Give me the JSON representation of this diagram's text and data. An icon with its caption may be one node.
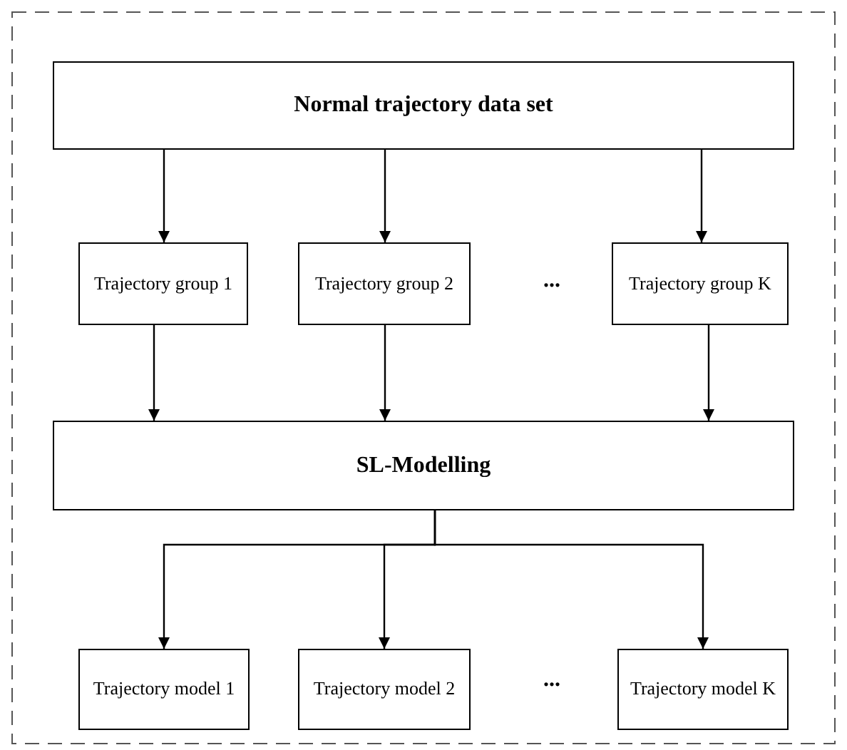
{
  "diagram": {
    "nodes": [
      {
        "text": [
          "Normal trajectory data set"
        ]
      },
      {
        "text": [
          "Trajectory group 1"
        ]
      },
      {
        "text": [
          "Trajectory group 2"
        ]
      },
      {
        "text": [
          "Trajectory group K"
        ]
      },
      {
        "text": [
          "SL-Modelling"
        ]
      },
      {
        "text": [
          "Trajectory model 1"
        ]
      },
      {
        "text": [
          "Trajectory model 2"
        ]
      },
      {
        "text": [
          "Trajectory model K"
        ]
      }
    ],
    "edges": [
      {
        "from": 0,
        "to": 1,
        "arrow": "to"
      },
      {
        "from": 0,
        "to": 2,
        "arrow": "to"
      },
      {
        "from": 0,
        "to": 3,
        "arrow": "to"
      },
      {
        "from": 1,
        "to": 4,
        "arrow": "to"
      },
      {
        "from": 2,
        "to": 4,
        "arrow": "to"
      },
      {
        "from": 3,
        "to": 4,
        "arrow": "to"
      },
      {
        "from": 4,
        "to": 5,
        "arrow": "to"
      },
      {
        "from": 4,
        "to": 6,
        "arrow": "to"
      },
      {
        "from": 4,
        "to": 7,
        "arrow": "to"
      }
    ],
    "labels": [
      "...",
      "..."
    ]
  }
}
